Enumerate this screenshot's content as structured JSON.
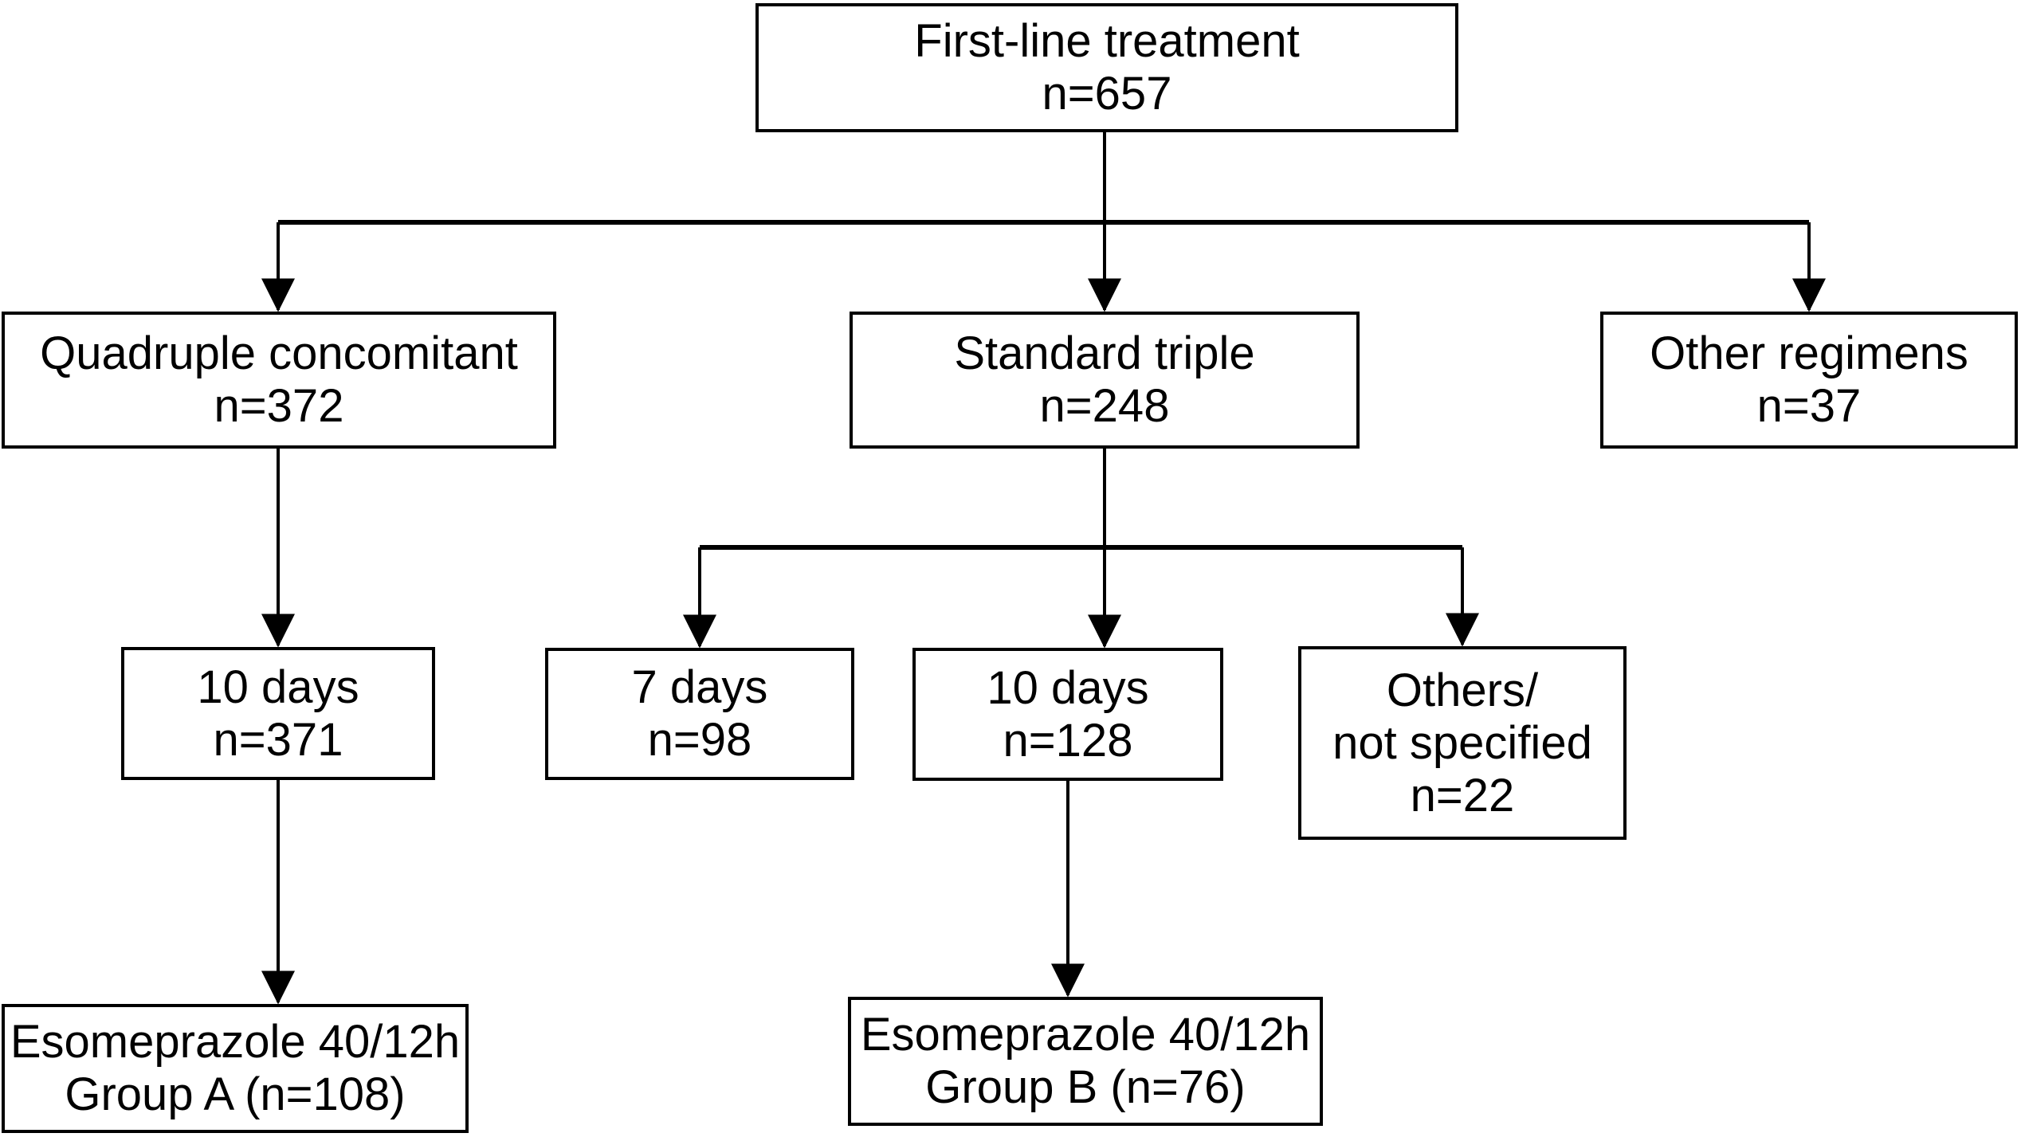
{
  "figure": {
    "description": "First-line treatment flowchart",
    "background_color": "#ffffff",
    "line_color": "#000000",
    "text_color": "#000000",
    "nodes": {
      "first_line": {
        "lines": [
          "First-line treatment",
          "n=657"
        ]
      },
      "quadruple": {
        "lines": [
          "Quadruple concomitant",
          "n=372"
        ]
      },
      "standard": {
        "lines": [
          "Standard triple",
          "n=248"
        ]
      },
      "other_regimens": {
        "lines": [
          "Other regimens",
          "n=37"
        ]
      },
      "quadruple_10_days": {
        "lines": [
          "10 days",
          "n=371"
        ]
      },
      "standard_7_days": {
        "lines": [
          "7 days",
          "n=98"
        ]
      },
      "standard_10_days": {
        "lines": [
          "10 days",
          "n=128"
        ]
      },
      "standard_others": {
        "lines": [
          "Others/",
          "not specified",
          "n=22"
        ]
      },
      "group_a": {
        "lines": [
          "Esomeprazole 40/12h",
          "Group A (n=108)"
        ]
      },
      "group_b": {
        "lines": [
          "Esomeprazole 40/12h",
          "Group B (n=76)"
        ]
      }
    },
    "edges": [
      {
        "from": "first_line",
        "to": "quadruple"
      },
      {
        "from": "first_line",
        "to": "standard"
      },
      {
        "from": "first_line",
        "to": "other_regimens"
      },
      {
        "from": "quadruple",
        "to": "quadruple_10_days"
      },
      {
        "from": "standard",
        "to": "standard_7_days"
      },
      {
        "from": "standard",
        "to": "standard_10_days"
      },
      {
        "from": "standard",
        "to": "standard_others"
      },
      {
        "from": "quadruple_10_days",
        "to": "group_a"
      },
      {
        "from": "standard_10_days",
        "to": "group_b"
      }
    ]
  }
}
